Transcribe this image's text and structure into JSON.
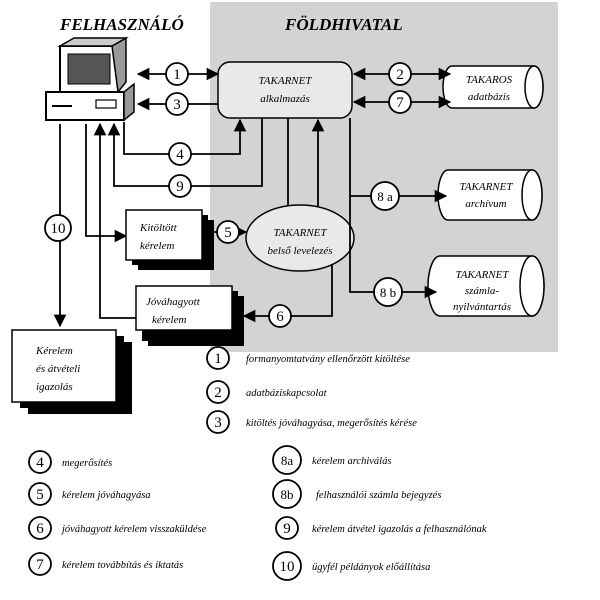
{
  "headers": {
    "user": "FELHASZNÁLÓ",
    "office": "FÖLDHIVATAL"
  },
  "nodes": {
    "takarnet_app": [
      "TAKARNET",
      "alkalmazás"
    ],
    "takaros_db": [
      "TAKAROS",
      "adatbázis"
    ],
    "takarnet_archive": [
      "TAKARNET",
      "archívum"
    ],
    "internal_mail": [
      "TAKARNET",
      "belső levelezés"
    ],
    "account_registry": [
      "TAKARNET",
      "számla-",
      "nyilvántartás"
    ],
    "filled_request": [
      "Kitöltött",
      "kérelem"
    ],
    "approved_request": [
      "Jóváhagyott",
      "kérelem"
    ],
    "request_and_receipt": [
      "Kérelem",
      "és átvételi",
      "igazolás"
    ]
  },
  "step_markers": {
    "s1": "1",
    "s2": "2",
    "s3": "3",
    "s4": "4",
    "s5": "5",
    "s6": "6",
    "s7": "7",
    "s8a": "8 a",
    "s8b": "8 b",
    "s9": "9",
    "s10": "10"
  },
  "legend": [
    {
      "num": "1",
      "text": "formanyomtatvány ellenőrzött kitöltése"
    },
    {
      "num": "2",
      "text": "adatbáziskapcsolat"
    },
    {
      "num": "3",
      "text": "kitöltés jóváhagyása, megerősítés kérése"
    },
    {
      "num": "4",
      "text": "megerősítés"
    },
    {
      "num": "5",
      "text": "kérelem jóváhagyása"
    },
    {
      "num": "6",
      "text": "jóváhagyott kérelem visszaküldése"
    },
    {
      "num": "7",
      "text": "kérelem továbbítás és iktatás"
    },
    {
      "num": "8a",
      "text": "kérelem archiválás"
    },
    {
      "num": "8b",
      "text": "felhasználói számla bejegyzés"
    },
    {
      "num": "9",
      "text": "kérelem átvétel igazolás a felhasználónak"
    },
    {
      "num": "10",
      "text": "ügyfél példányok előállítása"
    }
  ],
  "colors": {
    "office_background": "#d3d3d3",
    "document": "#000000"
  }
}
